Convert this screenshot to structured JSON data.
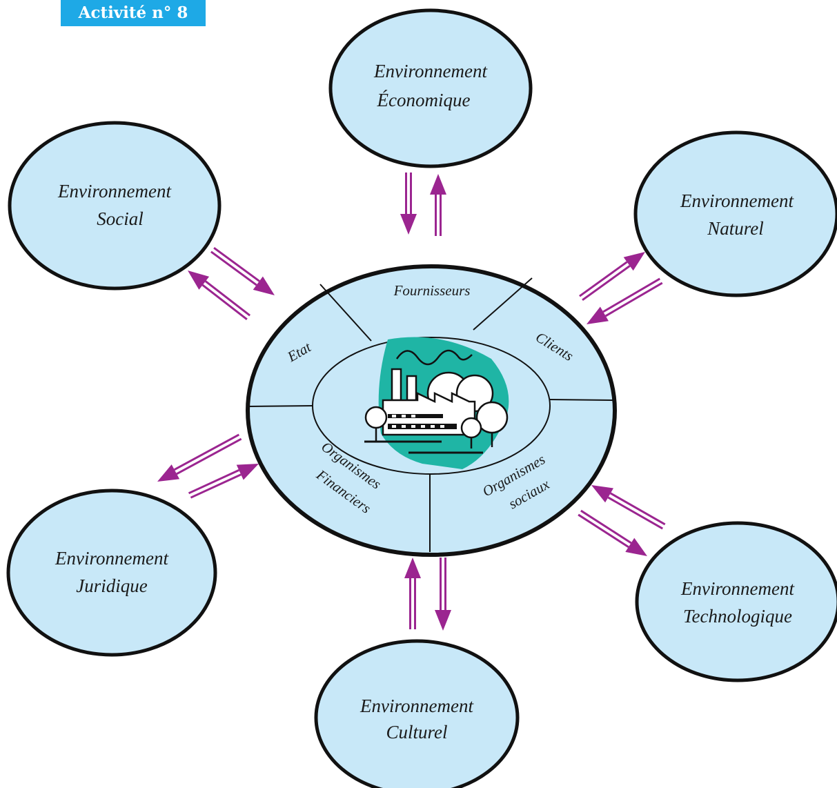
{
  "activity": {
    "label": "Activité n° 8"
  },
  "colors": {
    "bubble_fill": "#c8e8f8",
    "outline": "#111111",
    "arrow": "#9b2590",
    "badge": "#1ea9e6",
    "factory_accent": "#1fb5a5"
  },
  "environments": {
    "economique": {
      "line1": "Environnement",
      "line2": "Économique"
    },
    "social": {
      "line1": "Environnement",
      "line2": "Social"
    },
    "naturel": {
      "line1": "Environnement",
      "line2": "Naturel"
    },
    "juridique": {
      "line1": "Environnement",
      "line2": "Juridique"
    },
    "technologique": {
      "line1": "Environnement",
      "line2": "Technologique"
    },
    "culturel": {
      "line1": "Environnement",
      "line2": "Culturel"
    }
  },
  "center": {
    "icon": "factory-icon",
    "segments": {
      "fournisseurs": "Fournisseurs",
      "clients": "Clients",
      "etat": "Etat",
      "financiers_line1": "Organismes",
      "financiers_line2": "Financiers",
      "sociaux_line1": "Organismes",
      "sociaux_line2": "sociaux"
    }
  }
}
